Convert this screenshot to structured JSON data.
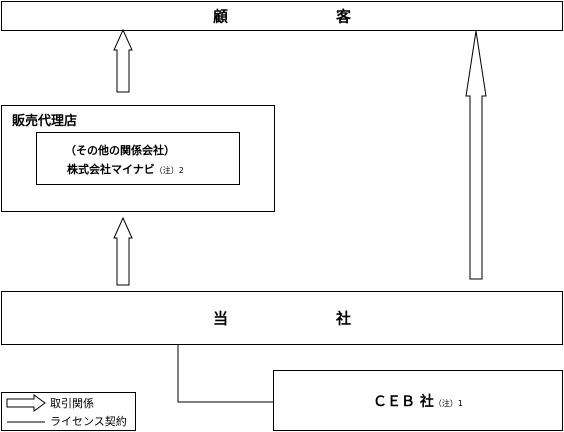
{
  "customer": {
    "chars": [
      "顧",
      "客"
    ]
  },
  "distributor": {
    "title": "販売代理店",
    "inner_line1": "（その他の関係会社）",
    "inner_line2": "株式会社マイナビ",
    "inner_note": "（注）",
    "inner_note_num": "2"
  },
  "company": {
    "chars": [
      "当",
      "社"
    ]
  },
  "ceb": {
    "label": "ＣＥＢ 社",
    "note": "（注）",
    "note_num": "1"
  },
  "legend": {
    "arrow_label": "取引関係",
    "line_label": "ライセンス契約"
  }
}
